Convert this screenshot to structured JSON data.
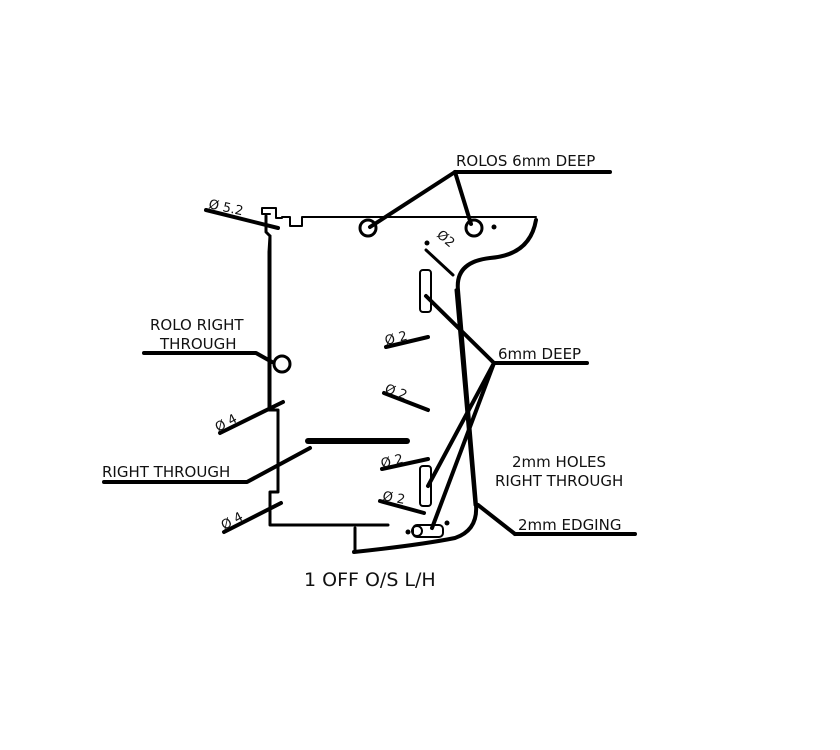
{
  "drawing": {
    "labels": {
      "rolos_deep": "ROLOS 6mm DEEP",
      "dia_5_2": "Ø 5.2",
      "dia_2_top": "Ø2",
      "rolo_right_through_1": "ROLO RIGHT",
      "rolo_right_through_2": "THROUGH",
      "six_mm_deep": "6mm DEEP",
      "dia_2_a": "Ø 2",
      "dia_2_b": "Ø 2",
      "dia_4_upper": "Ø 4",
      "right_through": "RIGHT THROUGH",
      "dia_2_c": "Ø 2",
      "dia_2_d": "Ø 2",
      "holes_1": "2mm HOLES",
      "holes_2": "RIGHT THROUGH",
      "dia_4_lower": "Ø 4",
      "edging": "2mm EDGING",
      "caption": "1 OFF O/S L/H"
    }
  }
}
